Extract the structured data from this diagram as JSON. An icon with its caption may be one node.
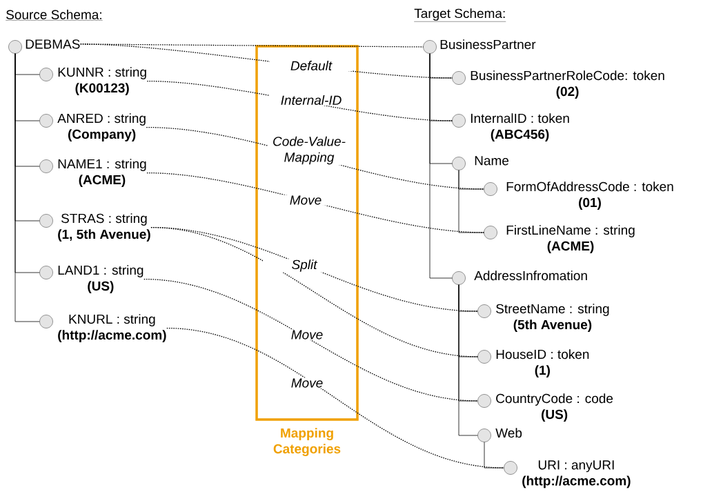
{
  "diagram": {
    "nodes": [
      {
        "text": [
          "DEBMAS"
        ]
      },
      {
        "text": [
          "KUNNR : string",
          "(K00123)"
        ]
      },
      {
        "text": [
          "ANRED : string",
          "(Company)"
        ]
      },
      {
        "text": [
          "NAME1 : string",
          "(ACME)"
        ]
      },
      {
        "text": [
          "STRAS : string",
          "(1, 5th Avenue)"
        ]
      },
      {
        "text": [
          "LAND1 : string",
          "(US)"
        ]
      },
      {
        "text": [
          "KNURL : string",
          "(http://acme.com)"
        ]
      },
      {
        "text": [
          "BusinessPartner"
        ]
      },
      {
        "text": [
          "BusinessPartnerRoleCode: token",
          "(02)"
        ]
      },
      {
        "text": [
          "InternalID : token",
          "(ABC456)"
        ]
      },
      {
        "text": [
          "Name"
        ]
      },
      {
        "text": [
          "FormOfAddressCode : token",
          "(01)"
        ]
      },
      {
        "text": [
          "FirstLineName : string",
          "(ACME)"
        ]
      },
      {
        "text": [
          "AddressInfromation"
        ]
      },
      {
        "text": [
          "StreetName : string",
          "(5th Avenue)"
        ]
      },
      {
        "text": [
          "HouseID : token",
          "(1)"
        ]
      },
      {
        "text": [
          "CountryCode : code",
          "(US)"
        ]
      },
      {
        "text": [
          "Web"
        ]
      },
      {
        "text": [
          "URI : anyURI",
          "(http://acme.com)"
        ]
      }
    ],
    "edges": [
      {
        "from": 0,
        "to": 1,
        "arrow": "none"
      },
      {
        "from": 0,
        "to": 2,
        "arrow": "none"
      },
      {
        "from": 0,
        "to": 3,
        "arrow": "none"
      },
      {
        "from": 0,
        "to": 4,
        "arrow": "none"
      },
      {
        "from": 0,
        "to": 5,
        "arrow": "none"
      },
      {
        "from": 0,
        "to": 6,
        "arrow": "none"
      },
      {
        "from": 7,
        "to": 8,
        "arrow": "none"
      },
      {
        "from": 7,
        "to": 9,
        "arrow": "none"
      },
      {
        "from": 7,
        "to": 10,
        "arrow": "none"
      },
      {
        "from": 7,
        "to": 13,
        "arrow": "none"
      },
      {
        "from": 10,
        "to": 11,
        "arrow": "none"
      },
      {
        "from": 10,
        "to": 12,
        "arrow": "none"
      },
      {
        "from": 13,
        "to": 14,
        "arrow": "none"
      },
      {
        "from": 13,
        "to": 15,
        "arrow": "none"
      },
      {
        "from": 13,
        "to": 16,
        "arrow": "none"
      },
      {
        "from": 13,
        "to": 17,
        "arrow": "none"
      },
      {
        "from": 17,
        "to": 18,
        "arrow": "none"
      },
      {
        "from": 0,
        "to": 7,
        "arrow": "none",
        "style": "dashed"
      },
      {
        "from": 0,
        "to": 8,
        "arrow": "none",
        "style": "dashed",
        "label": "Default"
      },
      {
        "from": 1,
        "to": 9,
        "arrow": "none",
        "style": "dashed",
        "label": "Internal-ID"
      },
      {
        "from": 2,
        "to": 11,
        "arrow": "none",
        "style": "dashed",
        "label": "Code-Value-Mapping"
      },
      {
        "from": 3,
        "to": 12,
        "arrow": "none",
        "style": "dashed",
        "label": "Move"
      },
      {
        "from": 4,
        "to": 14,
        "arrow": "none",
        "style": "dashed",
        "label": "Split"
      },
      {
        "from": 4,
        "to": 15,
        "arrow": "none",
        "style": "dashed"
      },
      {
        "from": 5,
        "to": 16,
        "arrow": "none",
        "style": "dashed",
        "label": "Move"
      },
      {
        "from": 6,
        "to": 18,
        "arrow": "none",
        "style": "dashed",
        "label": "Move"
      }
    ],
    "labels": [
      "Source Schema:",
      "Target Schema:",
      "Mapping Categories"
    ]
  }
}
